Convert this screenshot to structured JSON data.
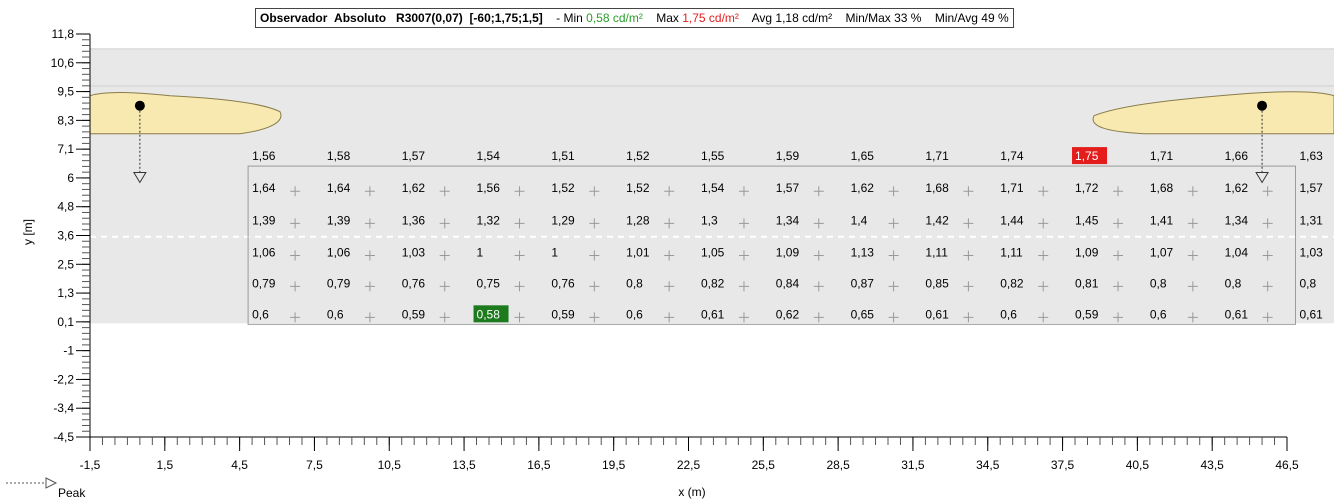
{
  "header": {
    "observer": "Observador",
    "mode": "Absoluto",
    "code": "R3007(0,07)",
    "params": "[-60;1,75;1,5]",
    "min_label": "- Min",
    "min_value": "0,58 cd/m²",
    "max_label": "Max",
    "max_value": "1,75 cd/m²",
    "avg": "Avg 1,18 cd/m²",
    "min_max": "Min/Max 33 %",
    "min_avg": "Min/Avg 49 %"
  },
  "legend": {
    "peak_label": "Peak"
  },
  "colors": {
    "road": "#e8e8e8",
    "min_highlight": "#1d7a1d",
    "max_highlight": "#e41c1c",
    "min_text": "#2a9d2a",
    "max_text": "#e02020",
    "car": "#f7e9b0",
    "car_stroke": "#8a7c4a"
  },
  "chart_data": {
    "type": "heatmap",
    "title": "",
    "xlabel": "x (m)",
    "ylabel": "y [m]",
    "xlim": [
      -1.5,
      46.5
    ],
    "ylim": [
      -4.5,
      11.8
    ],
    "x_ticks": [
      "-1,5",
      "1,5",
      "4,5",
      "7,5",
      "10,5",
      "13,5",
      "16,5",
      "19,5",
      "22,5",
      "25,5",
      "28,5",
      "31,5",
      "34,5",
      "37,5",
      "40,5",
      "43,5",
      "46,5"
    ],
    "y_ticks": [
      "11,8",
      "10,6",
      "9,5",
      "8,3",
      "7,1",
      "6",
      "4,8",
      "3,6",
      "2,5",
      "1,3",
      "0,1",
      "-1",
      "-2,2",
      "-3,4",
      "-4,5"
    ],
    "road_y_range": [
      0.1,
      11.2
    ],
    "lane_divider_y": 3.6,
    "grid_x": [
      5.0,
      8.0,
      11.0,
      14.0,
      17.0,
      20.0,
      23.0,
      26.0,
      29.0,
      32.0,
      35.0,
      38.0,
      41.0,
      44.0,
      47.0
    ],
    "grid_y": [
      6.7,
      5.4,
      4.1,
      2.8,
      1.55,
      0.3
    ],
    "values": [
      [
        "1,56",
        "1,58",
        "1,57",
        "1,54",
        "1,51",
        "1,52",
        "1,55",
        "1,59",
        "1,65",
        "1,71",
        "1,74",
        "1,75",
        "1,71",
        "1,66",
        "1,63"
      ],
      [
        "1,64",
        "1,64",
        "1,62",
        "1,56",
        "1,52",
        "1,52",
        "1,54",
        "1,57",
        "1,62",
        "1,68",
        "1,71",
        "1,72",
        "1,68",
        "1,62",
        "1,57"
      ],
      [
        "1,39",
        "1,39",
        "1,36",
        "1,32",
        "1,29",
        "1,28",
        "1,3",
        "1,34",
        "1,4",
        "1,42",
        "1,44",
        "1,45",
        "1,41",
        "1,34",
        "1,31"
      ],
      [
        "1,06",
        "1,06",
        "1,03",
        "1",
        "1",
        "1,01",
        "1,05",
        "1,09",
        "1,13",
        "1,11",
        "1,11",
        "1,09",
        "1,07",
        "1,04",
        "1,03"
      ],
      [
        "0,79",
        "0,79",
        "0,76",
        "0,75",
        "0,76",
        "0,8",
        "0,82",
        "0,84",
        "0,87",
        "0,85",
        "0,82",
        "0,81",
        "0,8",
        "0,8",
        "0,8"
      ],
      [
        "0,6",
        "0,6",
        "0,59",
        "0,58",
        "0,59",
        "0,6",
        "0,61",
        "0,62",
        "0,65",
        "0,61",
        "0,6",
        "0,59",
        "0,6",
        "0,61",
        "0,61"
      ]
    ],
    "min_cell": {
      "row": 5,
      "col": 3,
      "value": 0.58
    },
    "max_cell": {
      "row": 0,
      "col": 11,
      "value": 1.75
    },
    "observers": [
      {
        "x": 0.5,
        "y": 8.9
      },
      {
        "x": 45.5,
        "y": 8.9
      }
    ]
  }
}
